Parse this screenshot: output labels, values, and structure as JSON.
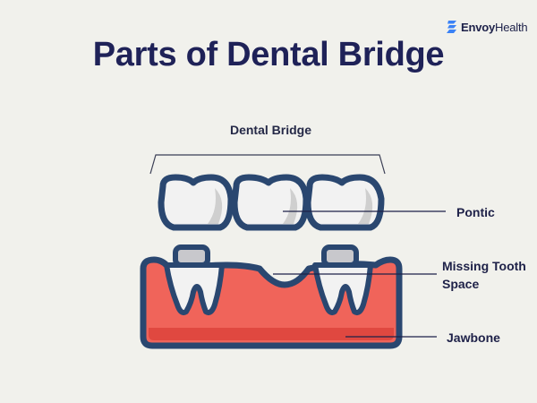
{
  "brand": {
    "name_bold": "Envoy",
    "name_light": "Health",
    "icon": "envoy-s-logo-icon",
    "color": "#3b82f6"
  },
  "title": "Parts of Dental Bridge",
  "diagram": {
    "bracket_label": "Dental Bridge",
    "labels": {
      "pontic": "Pontic",
      "missing_line1": "Missing Tooth",
      "missing_line2": "Space",
      "jawbone": "Jawbone"
    },
    "colors": {
      "outline": "#2a4770",
      "tooth": "#f2f2f2",
      "tooth_shadow": "#cfcfcf",
      "gum": "#f0645a",
      "gum_dark": "#e04840",
      "abutment_cap": "#c8c8cc",
      "background": "#f1f1ec",
      "text": "#1f2258"
    }
  }
}
